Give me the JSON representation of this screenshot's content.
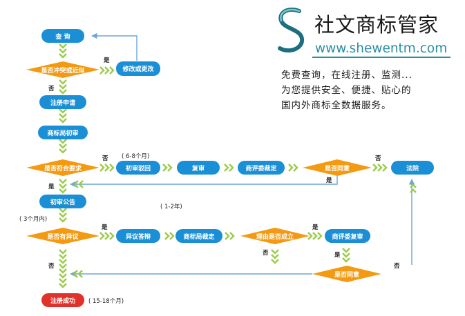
{
  "brand": {
    "logo_letter": "S",
    "name": "社文商标管家",
    "url": "www.shewentm.com",
    "tagline": [
      "免费查询，在线注册、监测...",
      "为您提供安全、便捷、贴心的",
      "国内外商标全数据服务。"
    ],
    "colors": {
      "accent": "#2a8ea3",
      "logo_dark": "#1d6f80"
    }
  },
  "colors": {
    "process": "#1b8fd6",
    "decision": "#f39a12",
    "end": "#e0312a",
    "arrow": "#9ccc4a",
    "line": "#6aa6d8"
  },
  "nodes": {
    "search": "查  询",
    "conflict": "是否冲突或近似",
    "modify": "修改或更改",
    "apply": "注册申请",
    "first_review": "商标局初审",
    "meets_req": "是否符合要求",
    "reject": "初审驳回",
    "re_review": "复审",
    "trab_ruling": "商评委裁定",
    "agree1": "是否同意",
    "court": "法院",
    "announce": "初审公告",
    "objection": "是否有异议",
    "defense": "异议答辩",
    "tmo_ruling": "商标局裁定",
    "reason": "理由是否成立",
    "trab_review": "商评委复审",
    "agree2": "是否同意",
    "success": "注册成功"
  },
  "labels": {
    "yes": "是",
    "no": "否",
    "months_6_8": "( 6-8个月)",
    "years_1_2": "( 1-2年)",
    "months_3": "( 3个月内)",
    "months_15_18": "( 15-18个月)"
  }
}
